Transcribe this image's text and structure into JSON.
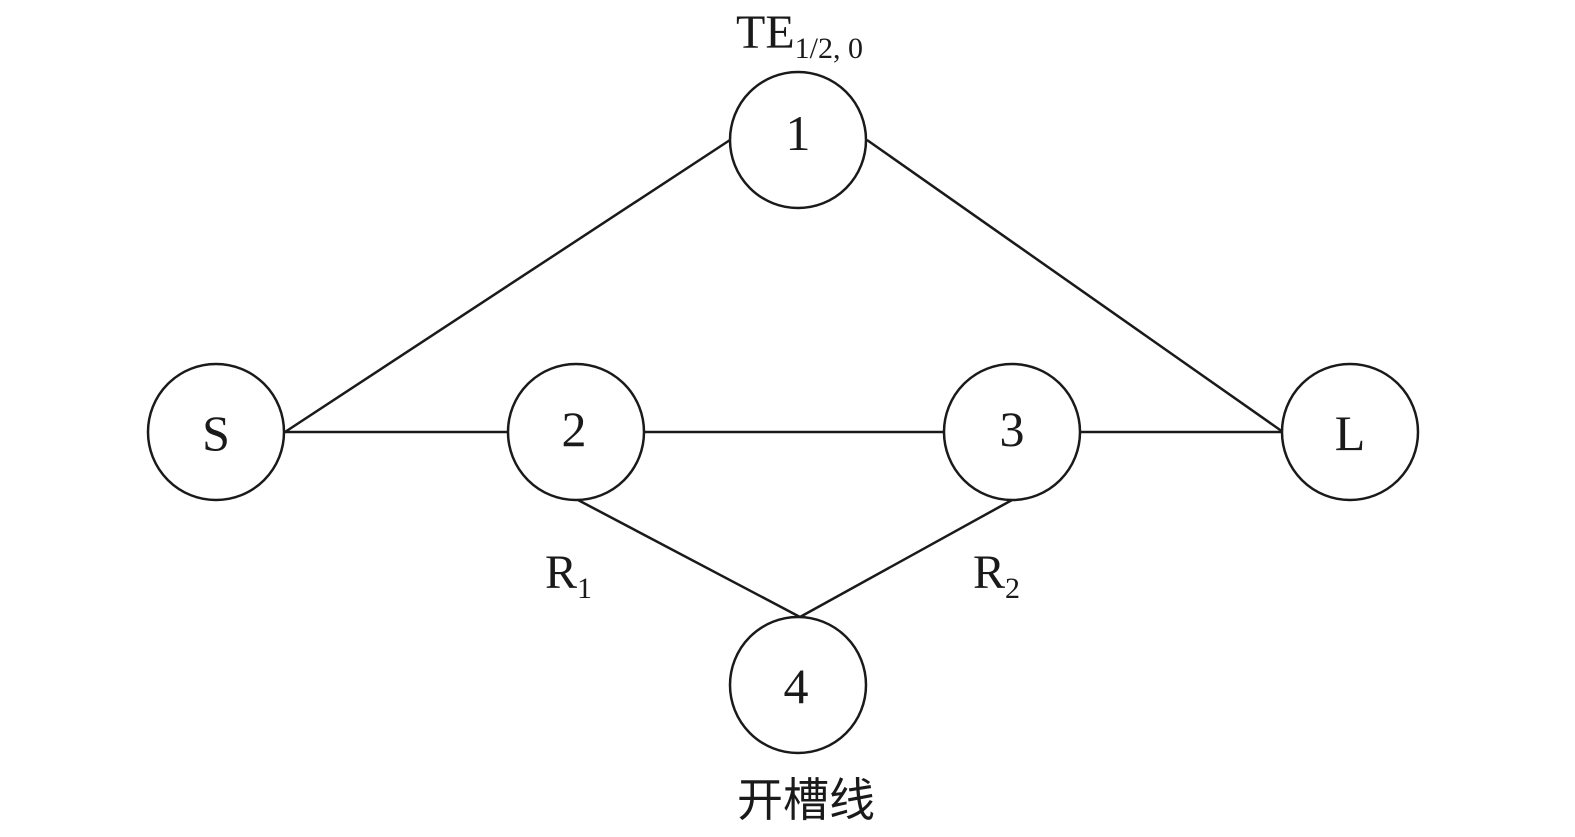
{
  "nodes": {
    "S": {
      "label": "S"
    },
    "n1": {
      "label": "1"
    },
    "n2": {
      "label": "2"
    },
    "n3": {
      "label": "3"
    },
    "n4": {
      "label": "4"
    },
    "L": {
      "label": "L"
    }
  },
  "annotations": {
    "mode": {
      "main": "TE",
      "sub": "1/2, 0"
    },
    "r1": {
      "main": "R",
      "sub": "1"
    },
    "r2": {
      "main": "R",
      "sub": "2"
    },
    "slot_line": "开槽线"
  },
  "colors": {
    "stroke": "#1a1a1a",
    "background": "#ffffff"
  }
}
